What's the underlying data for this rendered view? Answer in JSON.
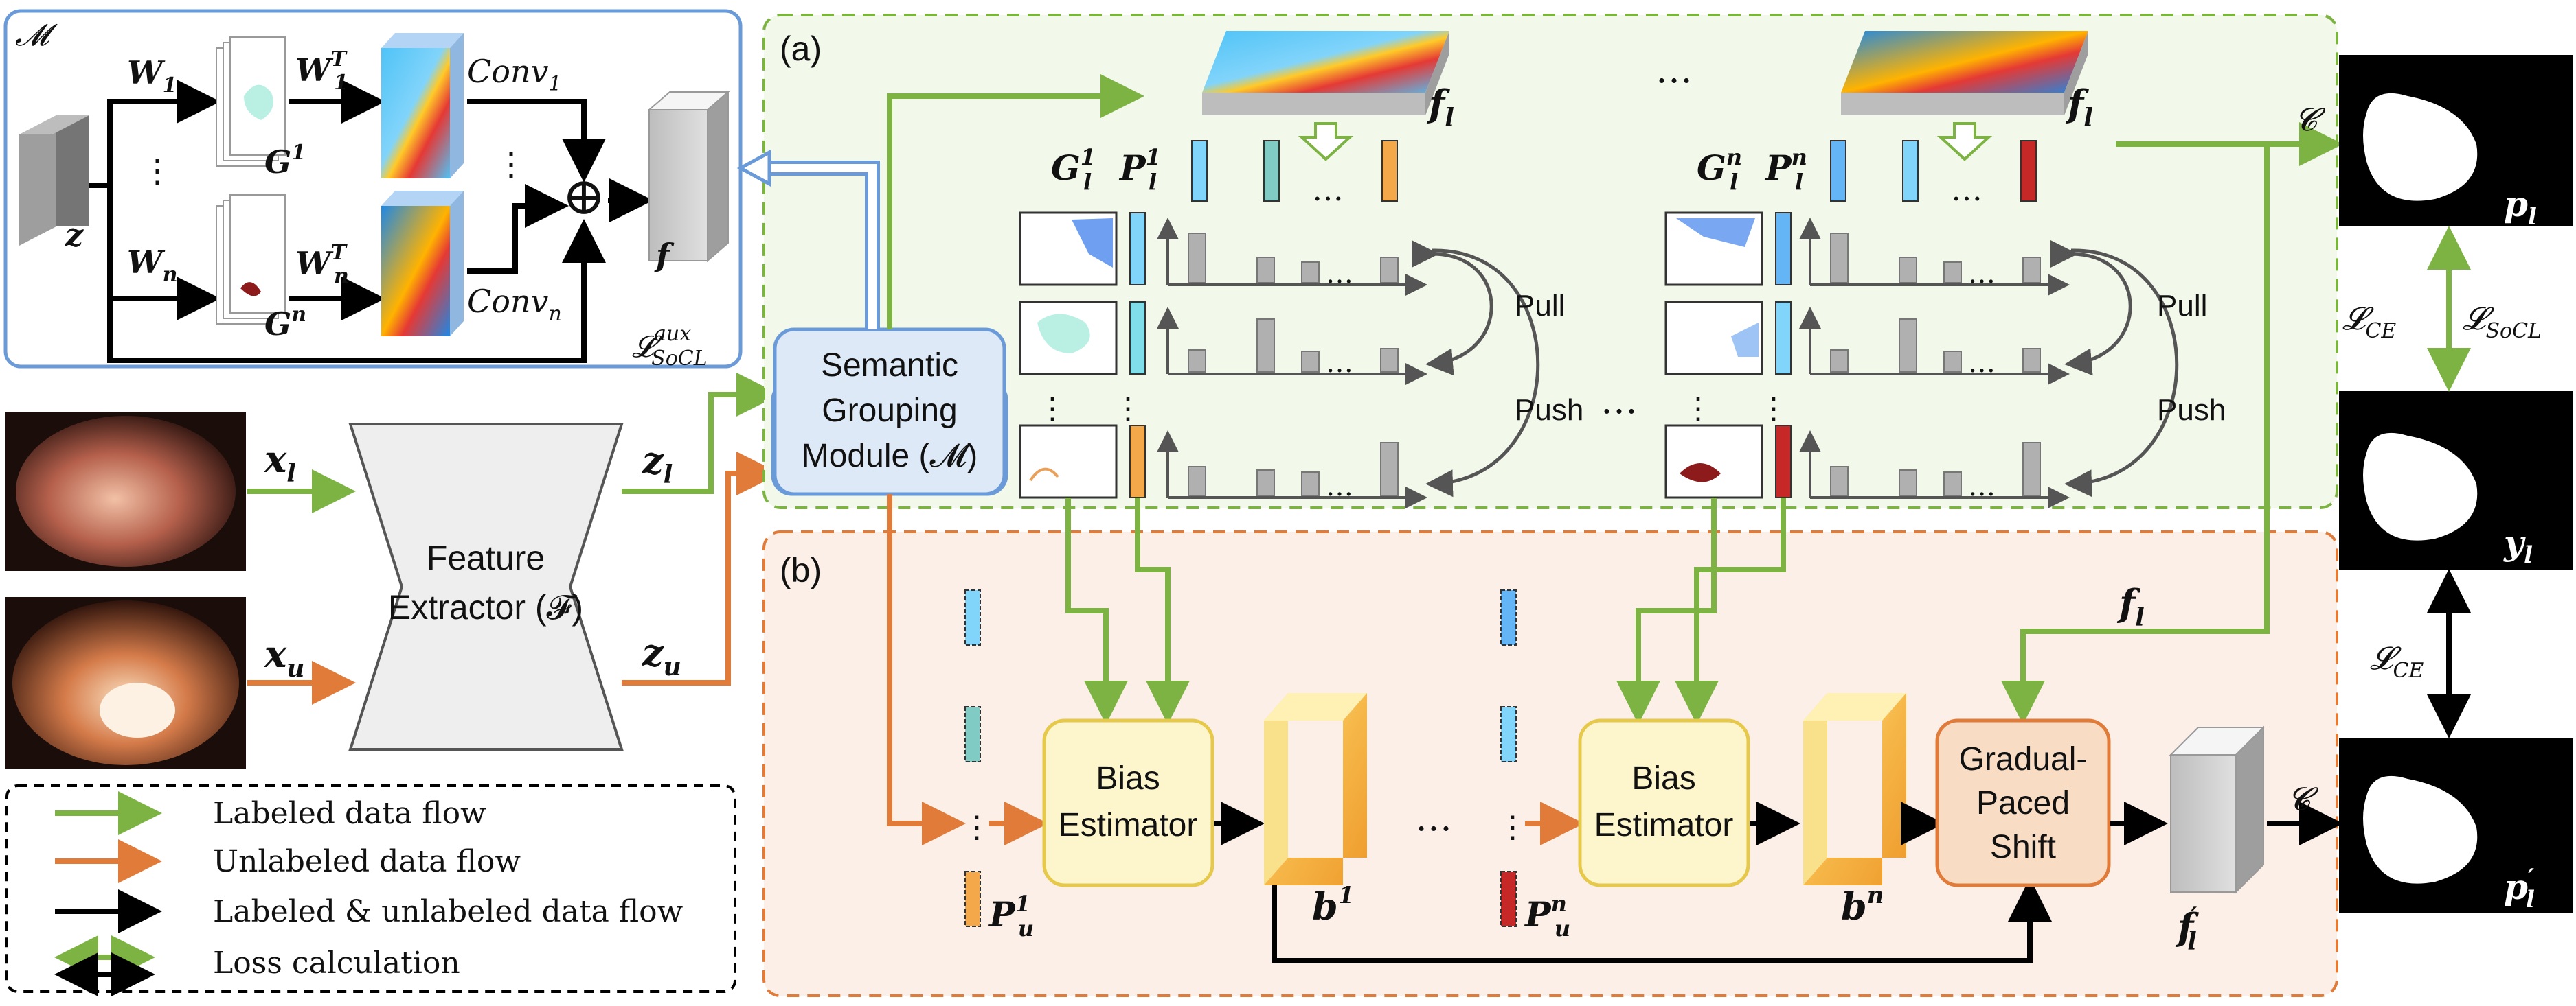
{
  "module_box": {
    "corner_label": "𝓜",
    "input": "z",
    "output": "f",
    "w1": "W",
    "w1_sub": "1",
    "wn": "W",
    "wn_sub": "n",
    "w1t": "W",
    "w1t_sup": "T",
    "w1t_sub": "1",
    "wnt": "W",
    "wnt_sup": "T",
    "wnt_sub": "n",
    "g1": "G",
    "g1_sup": "1",
    "gn": "G",
    "gn_sup": "n",
    "conv1": "Conv",
    "conv1_sub": "1",
    "convn": "Conv",
    "convn_sub": "n",
    "vdots": "⋮",
    "plus": "⊕",
    "loss": "𝓛",
    "loss_sup": "aux",
    "loss_sub": "SoCL"
  },
  "left": {
    "x_l": "x",
    "x_l_sub": "l",
    "x_u": "x",
    "x_u_sub": "u",
    "z_l": "z",
    "z_l_sub": "l",
    "z_u": "z",
    "z_u_sub": "u",
    "extractor_line1": "Feature",
    "extractor_line2": "Extractor (𝓕)",
    "sgm_line1": "Semantic",
    "sgm_line2": "Grouping",
    "sgm_line3": "Module (𝓜)"
  },
  "panel_a": {
    "label": "(a)",
    "f_l": "f",
    "f_l_sub": "l",
    "g1": "G",
    "g1_sup": "1",
    "g1_sub": "l",
    "p1": "P",
    "p1_sup": "1",
    "p1_sub": "l",
    "gn": "G",
    "gn_sup": "n",
    "gn_sub": "l",
    "pn": "P",
    "pn_sup": "n",
    "pn_sub": "l",
    "ellipsis": "…",
    "vdots": "⋮",
    "pull": "Pull",
    "push": "Push"
  },
  "panel_b": {
    "label": "(b)",
    "bias_line1": "Bias",
    "bias_line2": "Estimator",
    "b1": "b",
    "b1_sup": "1",
    "bn": "b",
    "bn_sup": "n",
    "pu1": "P",
    "pu1_sup": "1",
    "pu1_sub": "u",
    "pun": "P",
    "pun_sup": "n",
    "pun_sub": "u",
    "gps_line1": "Gradual-",
    "gps_line2": "Paced",
    "gps_line3": "Shift",
    "f_prime": "f",
    "f_prime_sub": "l",
    "f_l": "f",
    "f_l_sub": "l",
    "ellipsis": "…",
    "vdots": "⋮"
  },
  "right": {
    "classifier": "𝓒",
    "p_l": "p",
    "p_l_sub": "l",
    "y_l": "y",
    "y_l_sub": "l",
    "p_l_prime": "p",
    "p_l_prime_sub": "l",
    "loss_ce_top": "𝓛",
    "loss_ce_top_sub": "CE",
    "loss_socl": "𝓛",
    "loss_socl_sub": "SoCL",
    "loss_ce_bottom": "𝓛",
    "loss_ce_bottom_sub": "CE"
  },
  "legend": {
    "items": [
      {
        "label": "Labeled data flow",
        "color": "#7cb342"
      },
      {
        "label": "Unlabeled data flow",
        "color": "#e07b39"
      },
      {
        "label": "Labeled & unlabeled data flow",
        "color": "#000000"
      },
      {
        "label": "Loss calculation",
        "color": "#7cb342"
      }
    ]
  },
  "colors": {
    "labeled": "#7cb342",
    "unlabeled": "#e07b39",
    "module_border": "#6a9bd8",
    "panel_a_bg": "#f2f8ea",
    "panel_b_bg": "#fbefe8",
    "bias_fill": "#fdf6cc",
    "gps_fill": "#f8dcc4"
  }
}
